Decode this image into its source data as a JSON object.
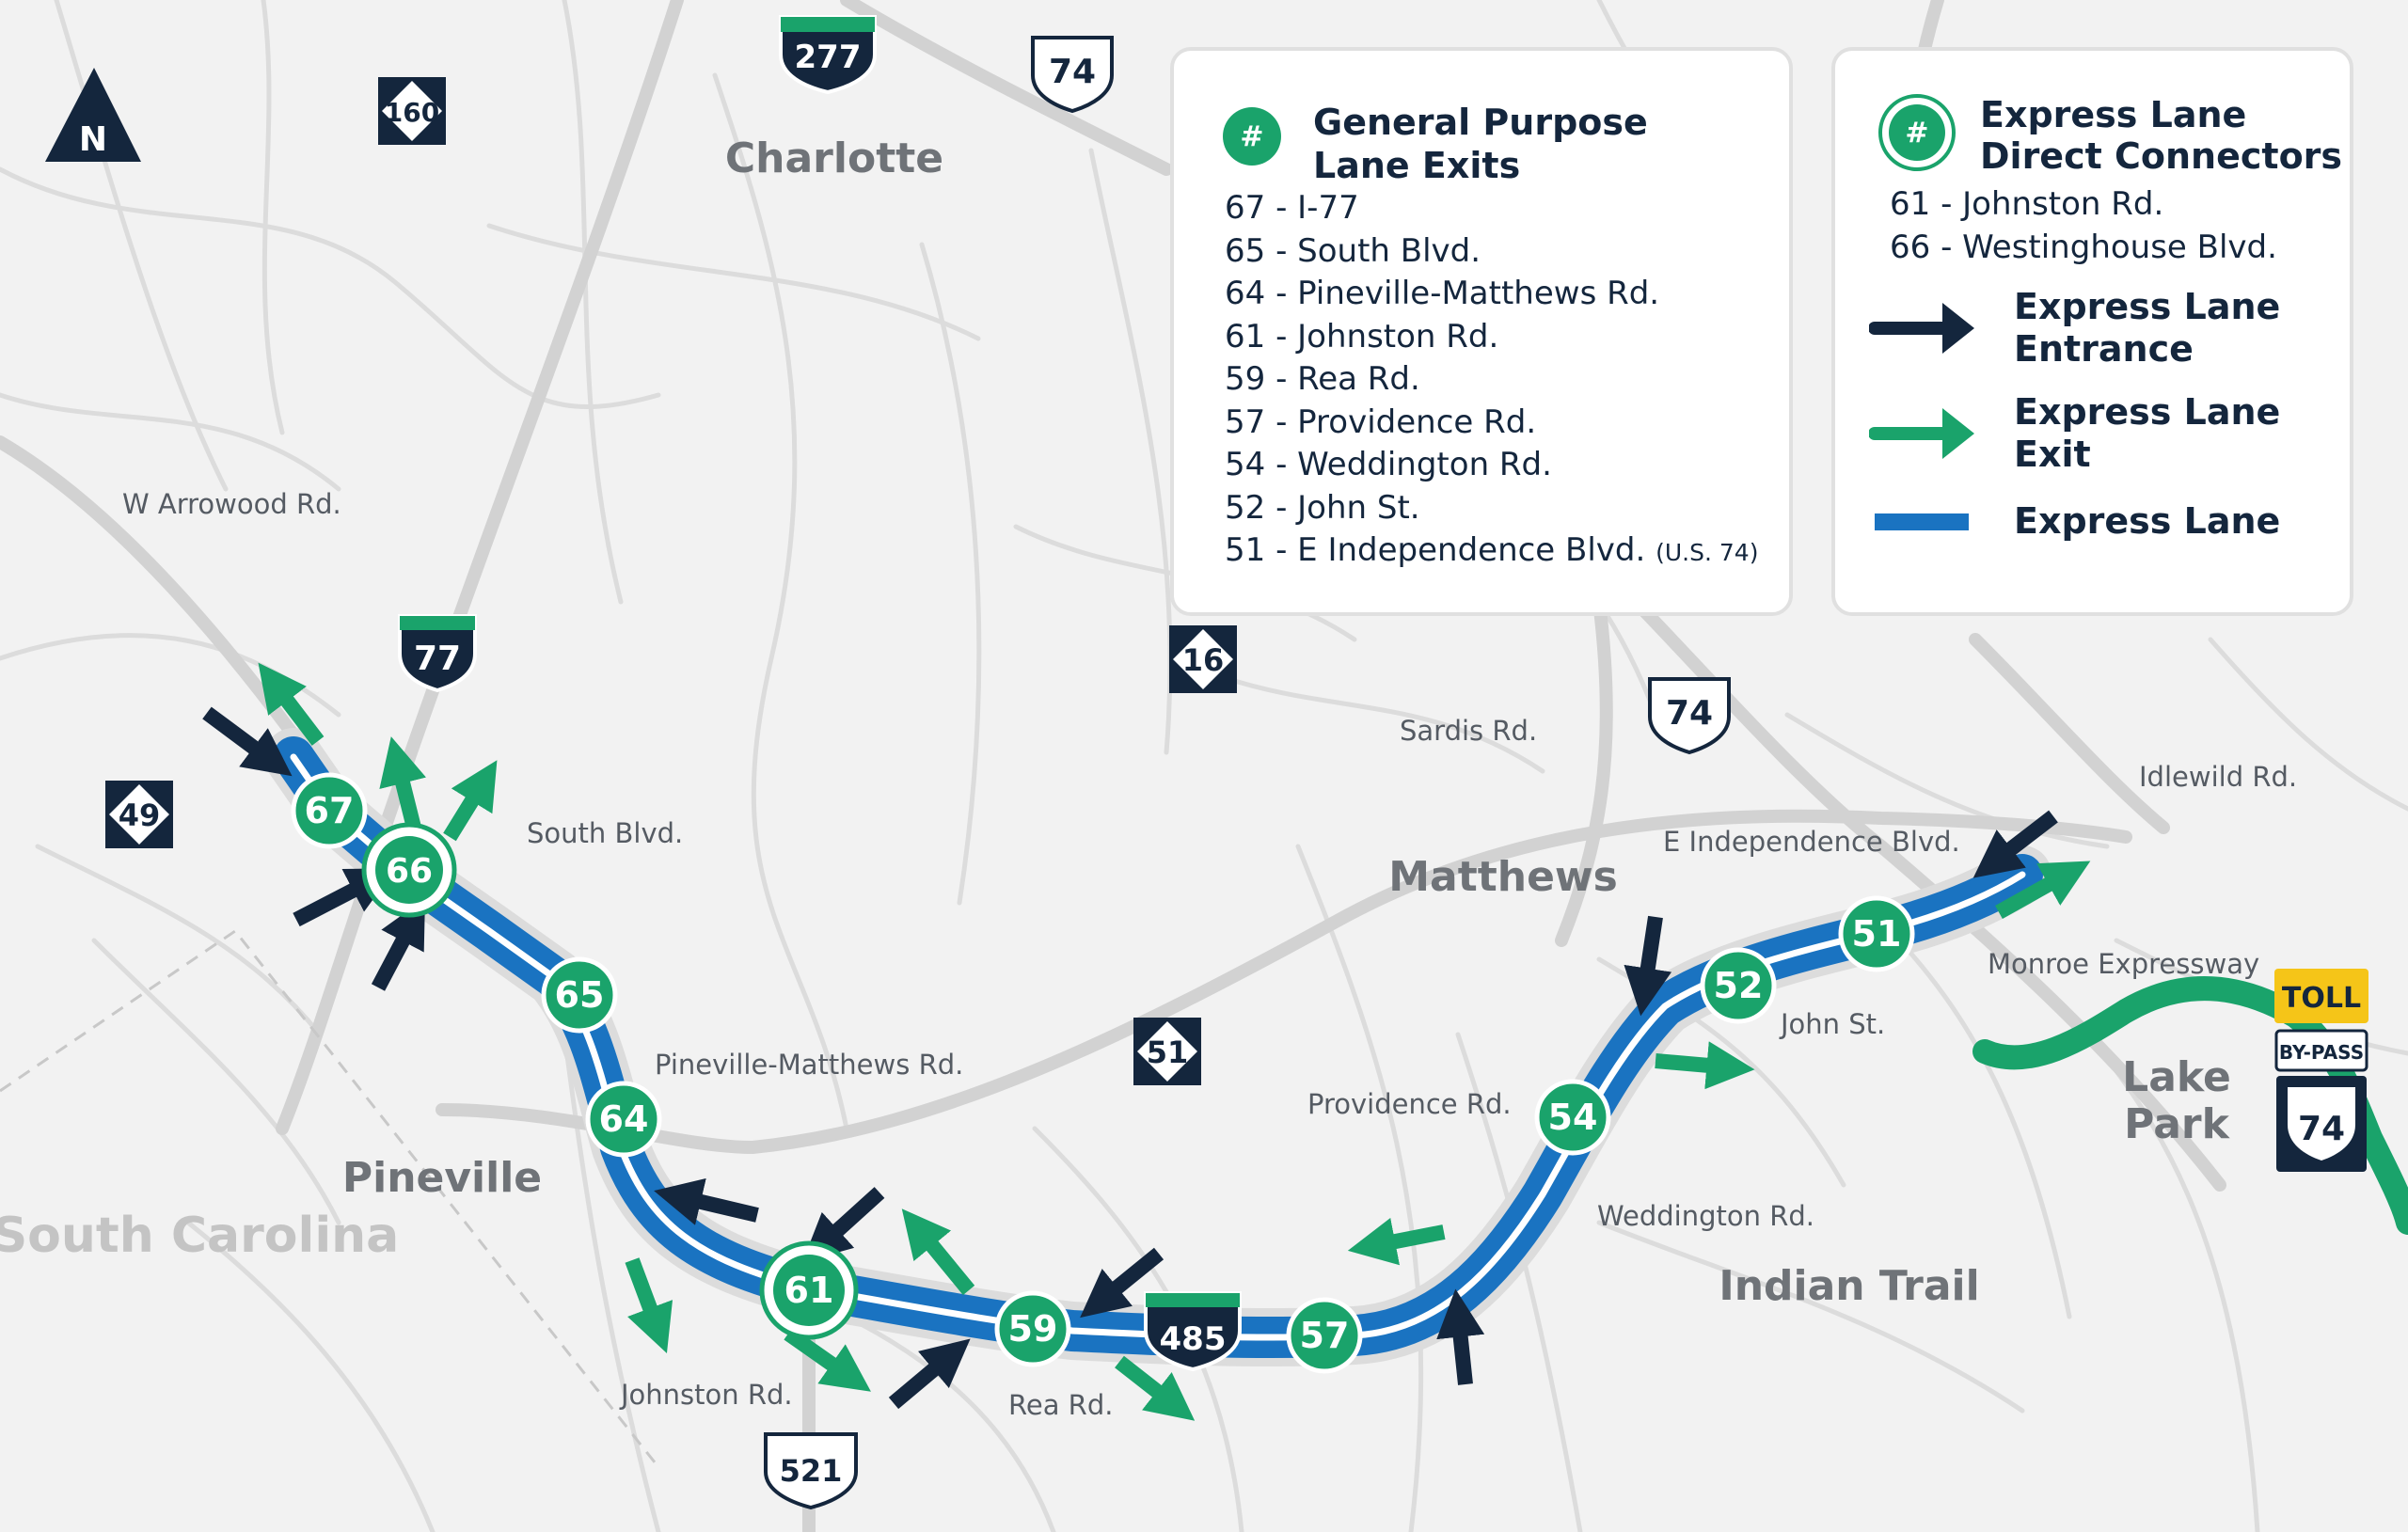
{
  "compass": {
    "label": "N"
  },
  "towns": {
    "charlotte": "Charlotte",
    "matthews": "Matthews",
    "pineville": "Pineville",
    "south_carolina": "South Carolina",
    "indian_trail": "Indian Trail",
    "lake_park_line1": "Lake",
    "lake_park_line2": "Park"
  },
  "road_labels": {
    "w_arrowood": "W Arrowood Rd.",
    "south_blvd": "South Blvd.",
    "pineville_matthews": "Pineville-Matthews Rd.",
    "johnston": "Johnston Rd.",
    "rea": "Rea Rd.",
    "providence": "Providence Rd.",
    "weddington": "Weddington Rd.",
    "john_st": "John St.",
    "sardis": "Sardis Rd.",
    "e_independence": "E Independence Blvd.",
    "idlewild": "Idlewild Rd.",
    "monroe_expressway": "Monroe Expressway"
  },
  "shields": {
    "i277": "277",
    "i77": "77",
    "i485": "485",
    "us74_top": "74",
    "us74_mid": "74",
    "us74_bypass": "74",
    "us521": "521",
    "nc160": "160",
    "nc16": "16",
    "nc49": "49",
    "nc51": "51",
    "toll": "TOLL",
    "bypass": "BY-PASS"
  },
  "exits": {
    "e67": "67",
    "e66": "66",
    "e65": "65",
    "e64": "64",
    "e61": "61",
    "e59": "59",
    "e57": "57",
    "e54": "54",
    "e52": "52",
    "e51": "51"
  },
  "legend_gp": {
    "badge": "#",
    "title_line1": "General Purpose",
    "title_line2": "Lane Exits",
    "items": [
      "67 - I-77",
      "65 - South Blvd.",
      "64 - Pineville-Matthews Rd.",
      "61 - Johnston Rd.",
      "59 - Rea Rd.",
      "57 - Providence Rd.",
      "54 - Weddington Rd.",
      "52 - John St.",
      "51 - E Independence Blvd."
    ],
    "note": "(U.S. 74)"
  },
  "legend_ex": {
    "badge": "#",
    "title_line1": "Express Lane",
    "title_line2": "Direct Connectors",
    "items": [
      "61 - Johnston Rd.",
      "66 - Westinghouse Blvd."
    ],
    "entrance_line1": "Express Lane",
    "entrance_line2": "Entrance",
    "exit_line1": "Express Lane",
    "exit_line2": "Exit",
    "lane": "Express Lane"
  },
  "colors": {
    "background": "#f2f2f2",
    "road": "#dadada",
    "express_lane": "#1a73c1",
    "exit_green": "#1aa36b",
    "entrance_navy": "#14263d",
    "toll_yellow": "#f5c518",
    "town_gray": "#6f7378"
  }
}
